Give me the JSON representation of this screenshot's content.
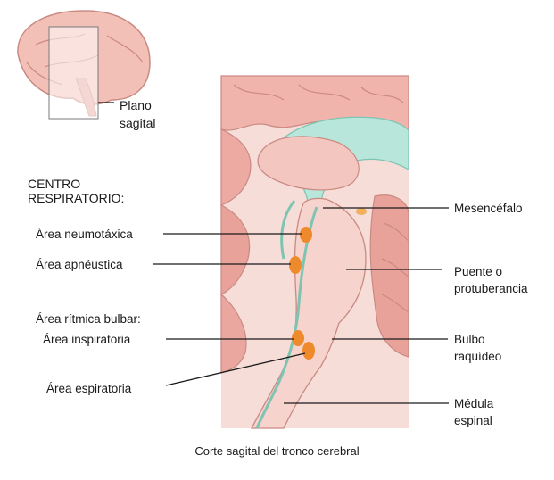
{
  "inset": {
    "plane_label_line1": "Plano",
    "plane_label_line2": "sagital"
  },
  "left_heading": {
    "line1": "CENTRO",
    "line2": "RESPIRATORIO:"
  },
  "left_labels": {
    "neumotaxica": "Área neumotáxica",
    "apneustica": "Área apnéustica",
    "ritmica_bulbar": "Área rítmica bulbar:",
    "inspiratoria": "Área inspiratoria",
    "espiratoria": "Área espiratoria"
  },
  "right_labels": {
    "mesencefalo": "Mesencéfalo",
    "puente_line1": "Puente o",
    "puente_line2": "protuberancia",
    "bulbo_line1": "Bulbo",
    "bulbo_line2": "raquídeo",
    "medula_line1": "Médula",
    "medula_line2": "espinal"
  },
  "caption": "Corte sagital del tronco cerebral",
  "colors": {
    "tissue": "#f0b4ac",
    "tissue_dark": "#d98f86",
    "ventricle": "#b9e6da",
    "area_dot": "#ee8a2c",
    "stem": "#f6d3cc"
  }
}
